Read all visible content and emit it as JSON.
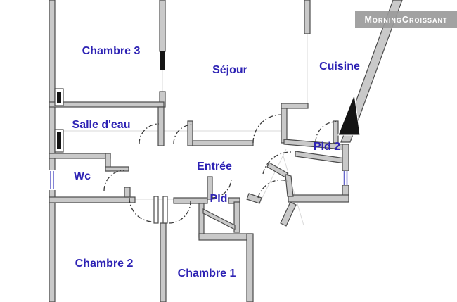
{
  "watermark": {
    "brand": "MorningCroissant"
  },
  "floor_plan": {
    "rooms": [
      {
        "name": "Chambre 3"
      },
      {
        "name": "Séjour"
      },
      {
        "name": "Cuisine"
      },
      {
        "name": "Salle d'eau"
      },
      {
        "name": "Wc"
      },
      {
        "name": "Entrée"
      },
      {
        "name": "Pld"
      },
      {
        "name": "Pld 2"
      },
      {
        "name": "Chambre 2"
      },
      {
        "name": "Chambre 1"
      }
    ],
    "colors": {
      "background": "#ffffff",
      "wall_fill": "#c9c9c9",
      "wall_outline": "#4b4b4b",
      "room_label": "#2d22b4",
      "window": "#6666cc",
      "watermark_bg": "#9a9a9a",
      "watermark_text": "#ffffff"
    }
  }
}
